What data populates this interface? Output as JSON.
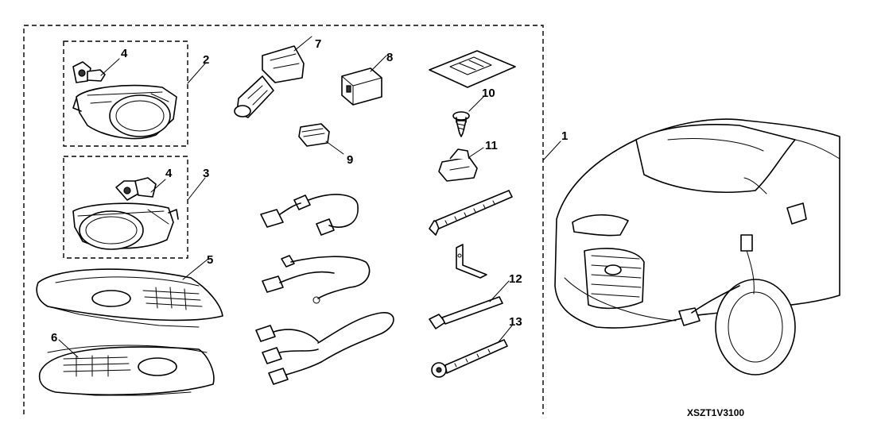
{
  "diagram": {
    "callouts": [
      "1",
      "2",
      "3",
      "4",
      "4",
      "5",
      "6",
      "7",
      "8",
      "9",
      "10",
      "11",
      "12",
      "13"
    ],
    "diagram_code": "XSZT1V3100"
  }
}
